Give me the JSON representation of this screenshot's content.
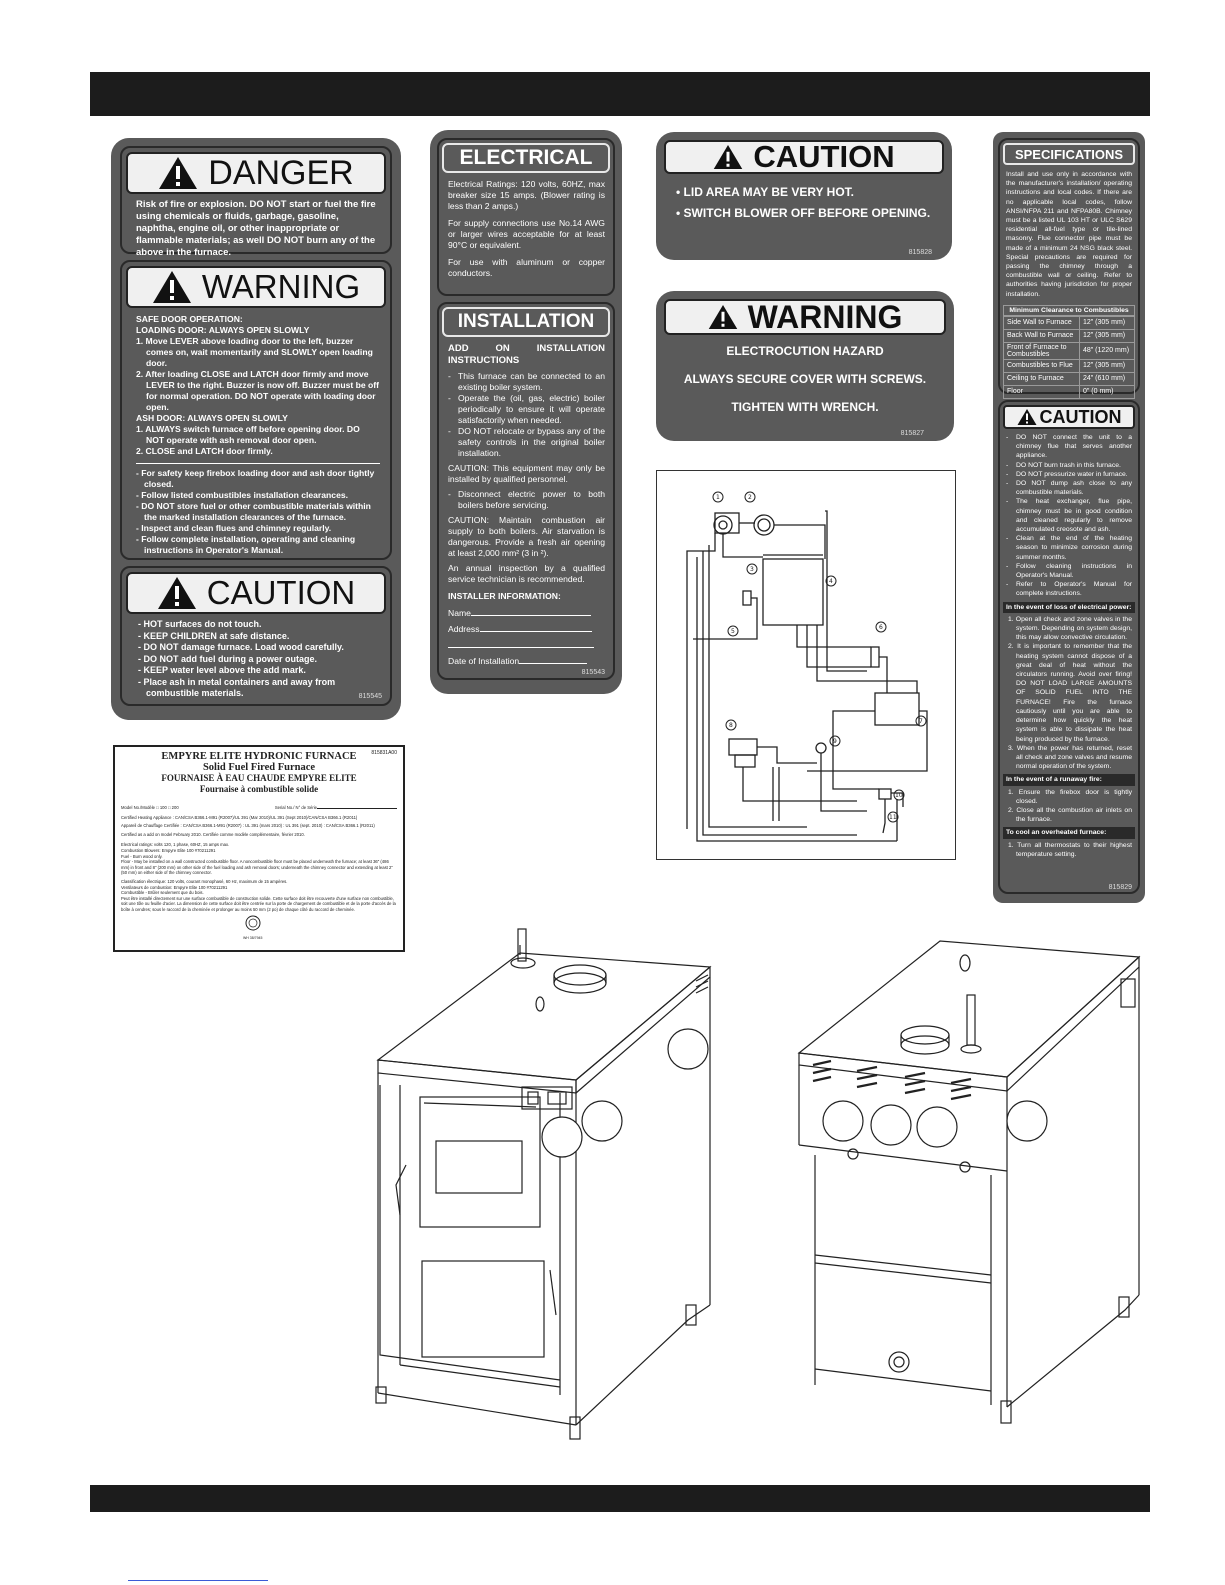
{
  "danger": {
    "title": "DANGER",
    "text": "Risk of fire or explosion. DO NOT start or fuel the fire using chemicals or fluids, garbage, gasoline, naphtha, engine oil, or other inappropriate or flammable materials; as well DO NOT burn any of the above in the furnace."
  },
  "warning": {
    "title": "WARNING",
    "lines": [
      "SAFE DOOR OPERATION:",
      "LOADING DOOR: ALWAYS OPEN SLOWLY",
      "1. Move LEVER above loading door to the left, buzzer comes on, wait momentarily and SLOWLY open loading door.",
      "2. After loading CLOSE and LATCH door firmly and move LEVER to the right. Buzzer is now off. Buzzer must be off for normal operation. DO NOT operate with loading door open.",
      "ASH DOOR: ALWAYS OPEN SLOWLY",
      "1. ALWAYS switch furnace off before opening door. DO NOT operate with ash removal door open.",
      "2. CLOSE and LATCH door firmly."
    ],
    "lines2": [
      "- For safety keep firebox loading door and ash door tightly closed.",
      "- Follow listed combustibles installation clearances.",
      "- DO NOT store fuel or other combustible materials within the marked installation clearances of the furnace.",
      "- Inspect and clean flues and chimney regularly.",
      "- Follow complete installation, operating and cleaning instructions in Operator's Manual."
    ]
  },
  "caution1": {
    "title": "CAUTION",
    "lines": [
      "- HOT surfaces do not touch.",
      "- KEEP CHILDREN at safe distance.",
      "- DO NOT damage furnace. Load wood carefully.",
      "- DO NOT add fuel during a power outage.",
      "- KEEP water level above the add mark.",
      "- Place ash in metal containers and away from combustible materials."
    ],
    "code": "815545"
  },
  "electrical": {
    "title": "ELECTRICAL",
    "p1": "Electrical Ratings: 120 volts, 60HZ, max breaker size 15 amps. (Blower rating is less than 2 amps.)",
    "p2": "For supply connections use No.14 AWG or larger wires acceptable for at least 90°C or equivalent.",
    "p3": "For use with aluminum or copper conductors."
  },
  "installation": {
    "title": "INSTALLATION",
    "subtitle": "ADD ON INSTALLATION INSTRUCTIONS",
    "items": [
      "This furnace can be connected to an existing boiler system.",
      "Operate the (oil, gas, electric) boiler periodically to ensure it will operate satisfactorily when needed.",
      "DO NOT relocate or bypass any of the safety controls in the original boiler installation."
    ],
    "caution_a": "CAUTION: This equipment may only be installed by qualified personnel.",
    "item_b": "Disconnect electric power to both boilers before servicing.",
    "caution_b": "CAUTION: Maintain combustion air supply to both boilers. Air starvation is dangerous. Provide a fresh air opening at least 2,000 mm² (3 in ²).",
    "p_inspect": "An annual inspection by a qualified service technician is recommended.",
    "installer_title": "INSTALLER INFORMATION:",
    "name_label": "Name",
    "address_label": "Address",
    "date_label": "Date of Installation",
    "code": "815543"
  },
  "caution2": {
    "title": "CAUTION",
    "lines": [
      "• LID AREA MAY BE VERY HOT.",
      "• SWITCH BLOWER OFF BEFORE OPENING."
    ],
    "code": "815828"
  },
  "warning2": {
    "title": "WARNING",
    "lines": [
      "ELECTROCUTION HAZARD",
      "ALWAYS SECURE COVER WITH SCREWS.",
      "TIGHTEN WITH WRENCH."
    ],
    "code": "815827"
  },
  "specs": {
    "title": "SPECIFICATIONS",
    "text": "Install and use only in accordance with the manufacturer's installation/ operating instructions and local codes. If there are no applicable local codes, follow ANSI/NFPA 211 and NFPA80B. Chimney must be a listed UL 103 HT or ULC S629 residential all-fuel type or tile-lined masonry. Flue connector pipe must be made of a minimum 24 NSG black steel. Special precautions are required for passing the chimney through a combustible wall or ceiling. Refer to authorities having jurisdiction for proper installation.",
    "table_title": "Minimum Clearance to Combustibles",
    "rows": [
      {
        "k": "Side Wall to Furnace",
        "v": "12\" (305 mm)"
      },
      {
        "k": "Back Wall to Furnace",
        "v": "12\" (305 mm)"
      },
      {
        "k": "Front of Furnace to Combustibles",
        "v": "48\" (1220 mm)"
      },
      {
        "k": "Combustibles to Flue",
        "v": "12\" (305 mm)"
      },
      {
        "k": "Ceiling to Furnace",
        "v": "24\" (610 mm)"
      },
      {
        "k": "Floor",
        "v": "0\" (0 mm)"
      }
    ]
  },
  "caution3": {
    "title": "CAUTION",
    "items": [
      "DO NOT connect the unit to a chimney flue that serves another appliance.",
      "DO NOT burn trash in this furnace.",
      "DO NOT pressurize water in furnace.",
      "DO NOT dump ash close to any combustible materials.",
      "The heat exchanger, flue pipe, chimney must be in good condition and cleaned regularly to remove accumulated creosote and ash.",
      "Clean at the end of the heating season to minimize corrosion during summer months.",
      "Follow cleaning instructions in Operator's Manual.",
      "Refer to Operator's Manual for complete instructions."
    ],
    "power_title": "In the event of loss of electrical power:",
    "power_items": [
      "1. Open all check and zone valves in the system. Depending on system design, this may allow convective circulation.",
      "2. It is important to remember that the heating system cannot dispose of a great deal of heat without the circulators running. Avoid over firing! DO NOT LOAD LARGE AMOUNTS OF SOLID FUEL INTO THE FURNACE! Fire the furnace cautiously until you are able to determine how quickly the heat system is able to dissipate the heat being produced by the furnace.",
      "3. When the power has returned, reset all check and zone valves and resume normal operation of the system."
    ],
    "runaway_title": "In the event of a runaway fire:",
    "runaway_items": [
      "1. Ensure the firebox door is tightly closed.",
      "2. Close all the combustion air inlets on the furnace."
    ],
    "cool_title": "To cool an overheated furnace:",
    "cool_items": [
      "1. Turn all thermostats to their highest temperature setting."
    ],
    "code": "815829"
  },
  "plate": {
    "code": "815831A00",
    "title1": "EMPYRE ELITE HYDRONIC FURNACE",
    "title2": "Solid Fuel Fired Furnace",
    "title3": "FOURNAISE À EAU CHAUDE EMPYRE ELITE",
    "title4": "Fournaise à combustible solide",
    "model": "Model No./Modèle  □ 100  □ 200",
    "serial": "Serial No./ N° de Série",
    "l1": "Certified Heating Appliance  : CAN/CSA B366.1-M91 (R2007)/UL 391 (Mar 2010)/UL 391 (Sept 2010)/CAN/CSA B366.1 (R2011)",
    "l2": "Appareil de Chauffage Certifiée : CAN/CSA B366.1-M91 (R2007) : UL 391 (mars 2010) : UL 391 (sept. 2010) : CAN/CSA B366.1 (R2011)",
    "l3": "Certified as a add on model February 2010.      Certifiée comme modèle complémentaire, février 2010.",
    "l4": "Electrical ratings: volts 120, 1 phase, 60HZ, 15 amps max.",
    "l5": "Combustion Blowers: Empyre Elite 100 #70211291",
    "l6": "Fuel - Burn wood only.",
    "l7": "Floor - May be installed on a wall constructed combustible floor. A noncombustible floor must be placed underneath the furnace; at least 36\" (486 mm) in front and 8\" (200 mm) on other side of the fuel loading and ash removal doors; underneath the chimney connector and extending at least 2\" (50 mm) on either side of the chimney connector.",
    "l8": "Classification électrique: 120 volts, courant monophasé, 60 Hz, maximum de 15 ampères.",
    "l9": "Ventilateurs de combustion: Empyre Elite 100 #70211291",
    "l10": "Combustible - Brûler seulement que du bois.",
    "l11": "Peut être installé directement sur une surface combustible de construction solide. Cette surface doit être recouverte d'une surface non combustible, soit une tôle ou feuille d'acier. La dimension de cette surface doit être centrée sur la porte de chargement de combustible et de la porte d'accès de la boîte à cendres; sous le raccord de la cheminée et prolonger au moins 50 mm (2 po) de chaque côté du raccord de cheminée.",
    "mark": "WH 38/7945"
  },
  "diagram": {
    "labels": [
      "1",
      "2",
      "3",
      "4",
      "5",
      "6",
      "7",
      "8",
      "9",
      "10",
      "11"
    ]
  }
}
